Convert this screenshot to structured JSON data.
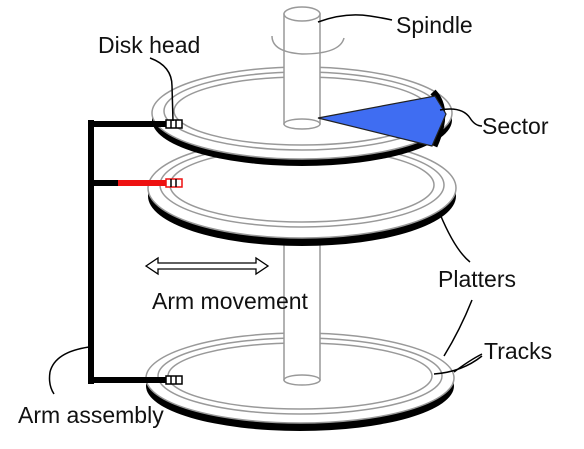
{
  "labels": {
    "spindle": "Spindle",
    "disk_head": "Disk head",
    "sector": "Sector",
    "platters": "Platters",
    "arm_movement": "Arm movement",
    "tracks": "Tracks",
    "arm_assembly": "Arm assembly"
  },
  "colors": {
    "sector": "#3f6df2",
    "active_head": "#ee1111",
    "outline": "#999999",
    "arm": "#000000"
  }
}
